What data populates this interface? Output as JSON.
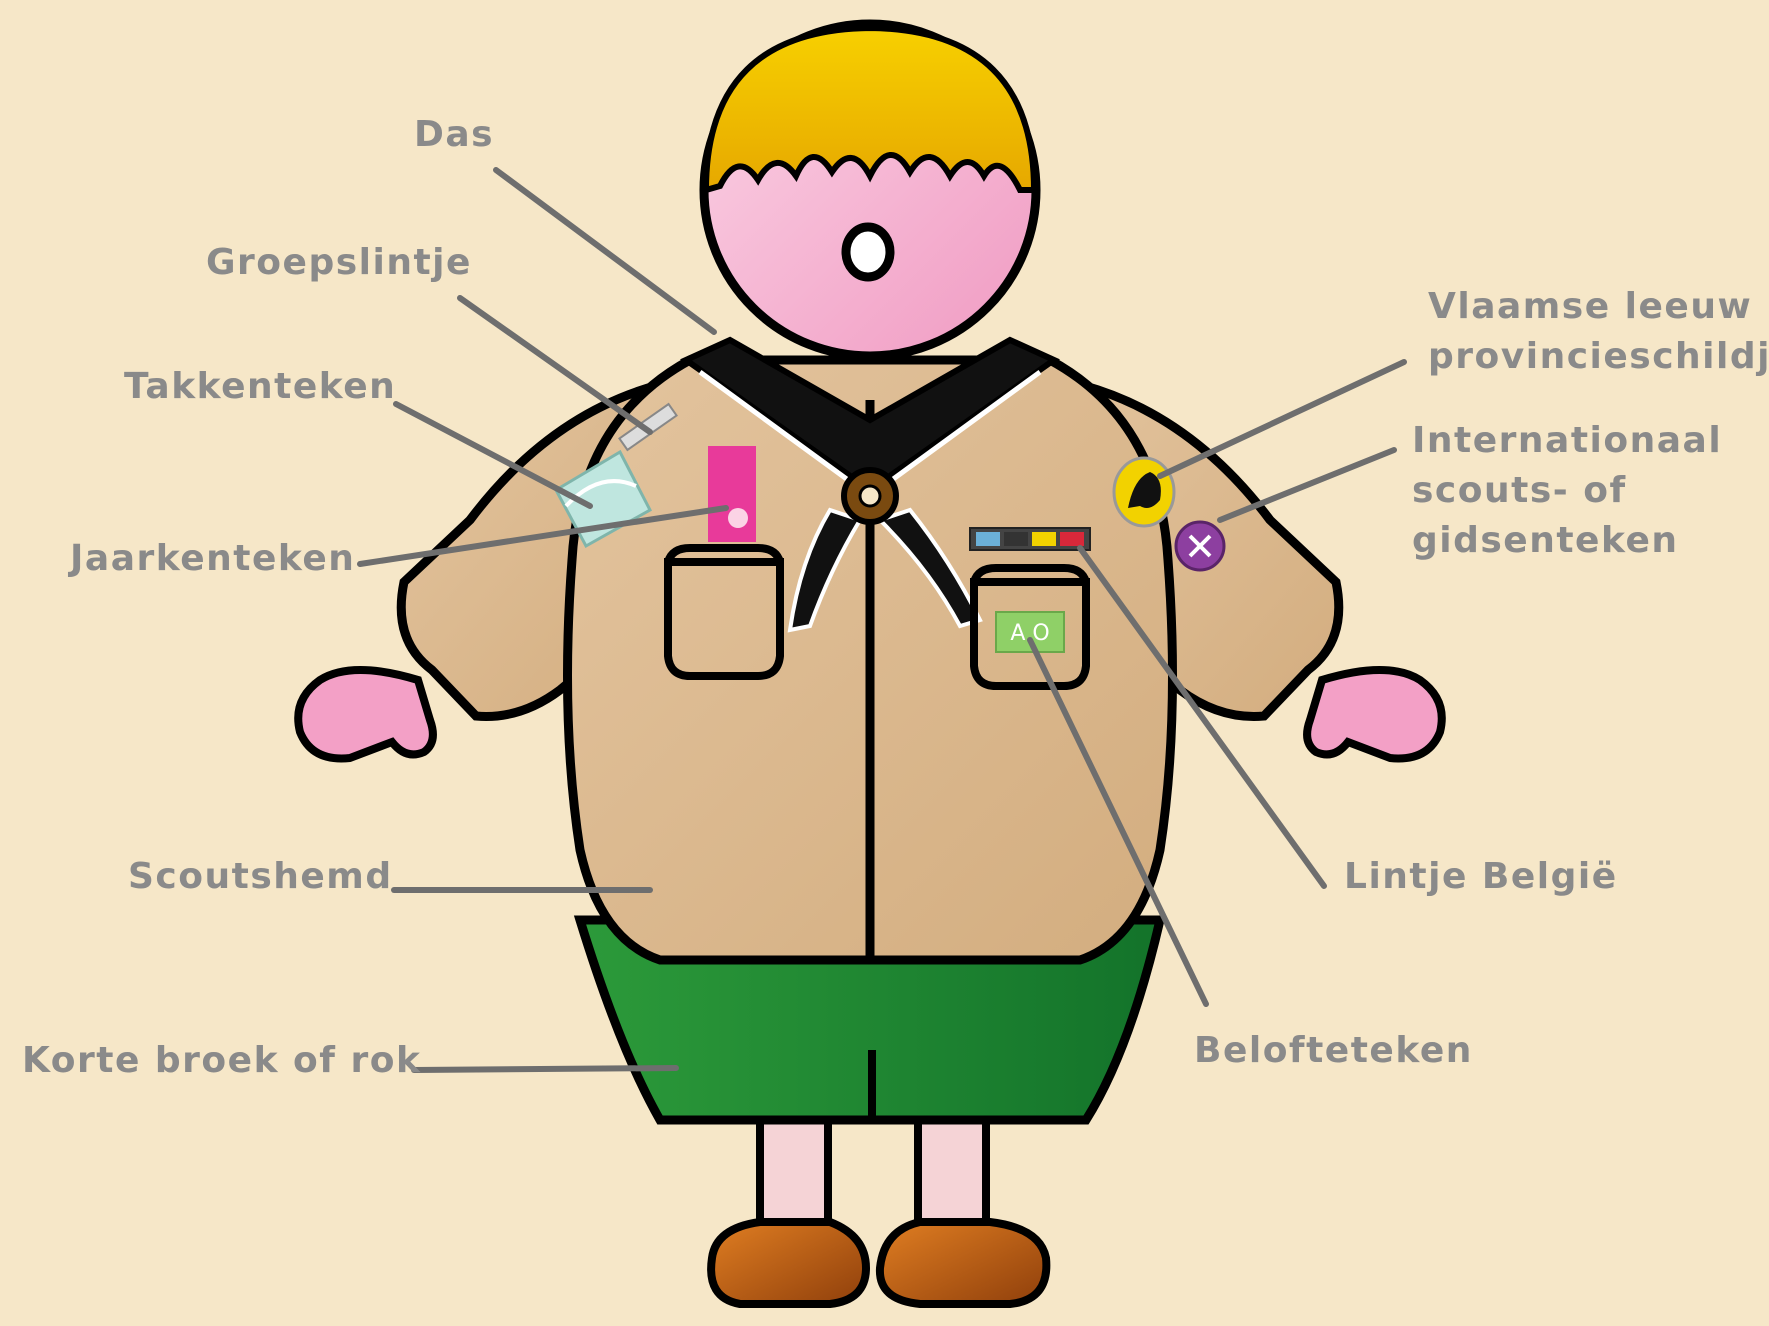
{
  "labels": {
    "das": "Das",
    "groepslintje": "Groepslintje",
    "takkenteken": "Takkenteken",
    "jaarkenteken": "Jaarkenteken",
    "scoutshemd": "Scoutshemd",
    "korte_broek": "Korte broek of rok",
    "vlaamse_leeuw": "Vlaamse leeuw +\nprovincieschildje",
    "internationaal": "Internationaal\nscouts- of\ngidsenteken",
    "lintje_belgie": "Lintje België",
    "belofteteken": "Belofteteken"
  },
  "colors": {
    "background": "#f6e7c8",
    "label_text": "#8a8a8a",
    "leader_line": "#6e6e6e",
    "hair": "#f2c200",
    "skin": "#f3a7c9",
    "shirt": "#dcb98f",
    "shorts": "#1e8a30",
    "shoes": "#b85a12",
    "neckerchief": "#111111"
  },
  "icons": {
    "jaarkenteken": "pink-year-badge",
    "takkenteken": "branch-badge",
    "vlaamse_leeuw": "flemish-lion-badge",
    "internationaal": "world-scout-badge",
    "lintje_belgie": "belgium-ribbon",
    "belofteteken": "promise-badge"
  }
}
